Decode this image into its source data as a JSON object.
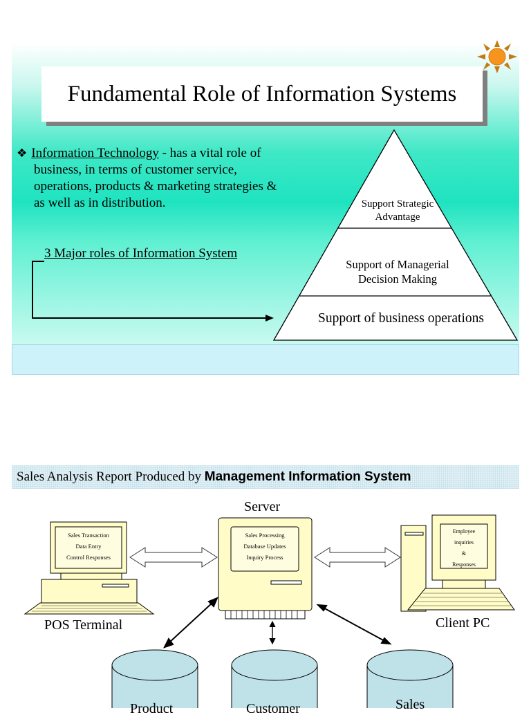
{
  "slide1": {
    "title": "Fundamental Role of Information Systems",
    "bullet": {
      "term": "Information Technology",
      "line1_rest": " - has a vital role of",
      "line2": "business, in terms of customer service,",
      "line3": "operations, products & marketing strategies &",
      "line4": "as well as in distribution."
    },
    "roles_label": "3 Major roles of Information System",
    "pyramid": {
      "top_line1": "Support  Strategic",
      "top_line2": "Advantage",
      "middle_line1": "Support of Managerial",
      "middle_line2": "Decision Making",
      "bottom": "Support of business operations"
    },
    "colors": {
      "accent": "#1fe3c0",
      "footer": "#cdf2fa",
      "sun": "#f7941d"
    }
  },
  "slide2": {
    "title_prefix": "Sales Analysis Report Produced by ",
    "title_bold": "Management Information System",
    "server_label": "Server",
    "pos_label": "POS Terminal",
    "client_label": "Client PC",
    "pos_screen": [
      "Sales Transaction",
      "Data Entry",
      "Control Responses"
    ],
    "server_screen": [
      "Sales Processing",
      "Database Updates",
      "Inquiry Process"
    ],
    "client_screen": [
      "Employee",
      "inquiries",
      "&",
      "Responses"
    ],
    "databases": [
      "Product",
      "Customer",
      "Sales"
    ],
    "colors": {
      "computer": "#fffcc7",
      "database": "#bfe1e8"
    }
  }
}
